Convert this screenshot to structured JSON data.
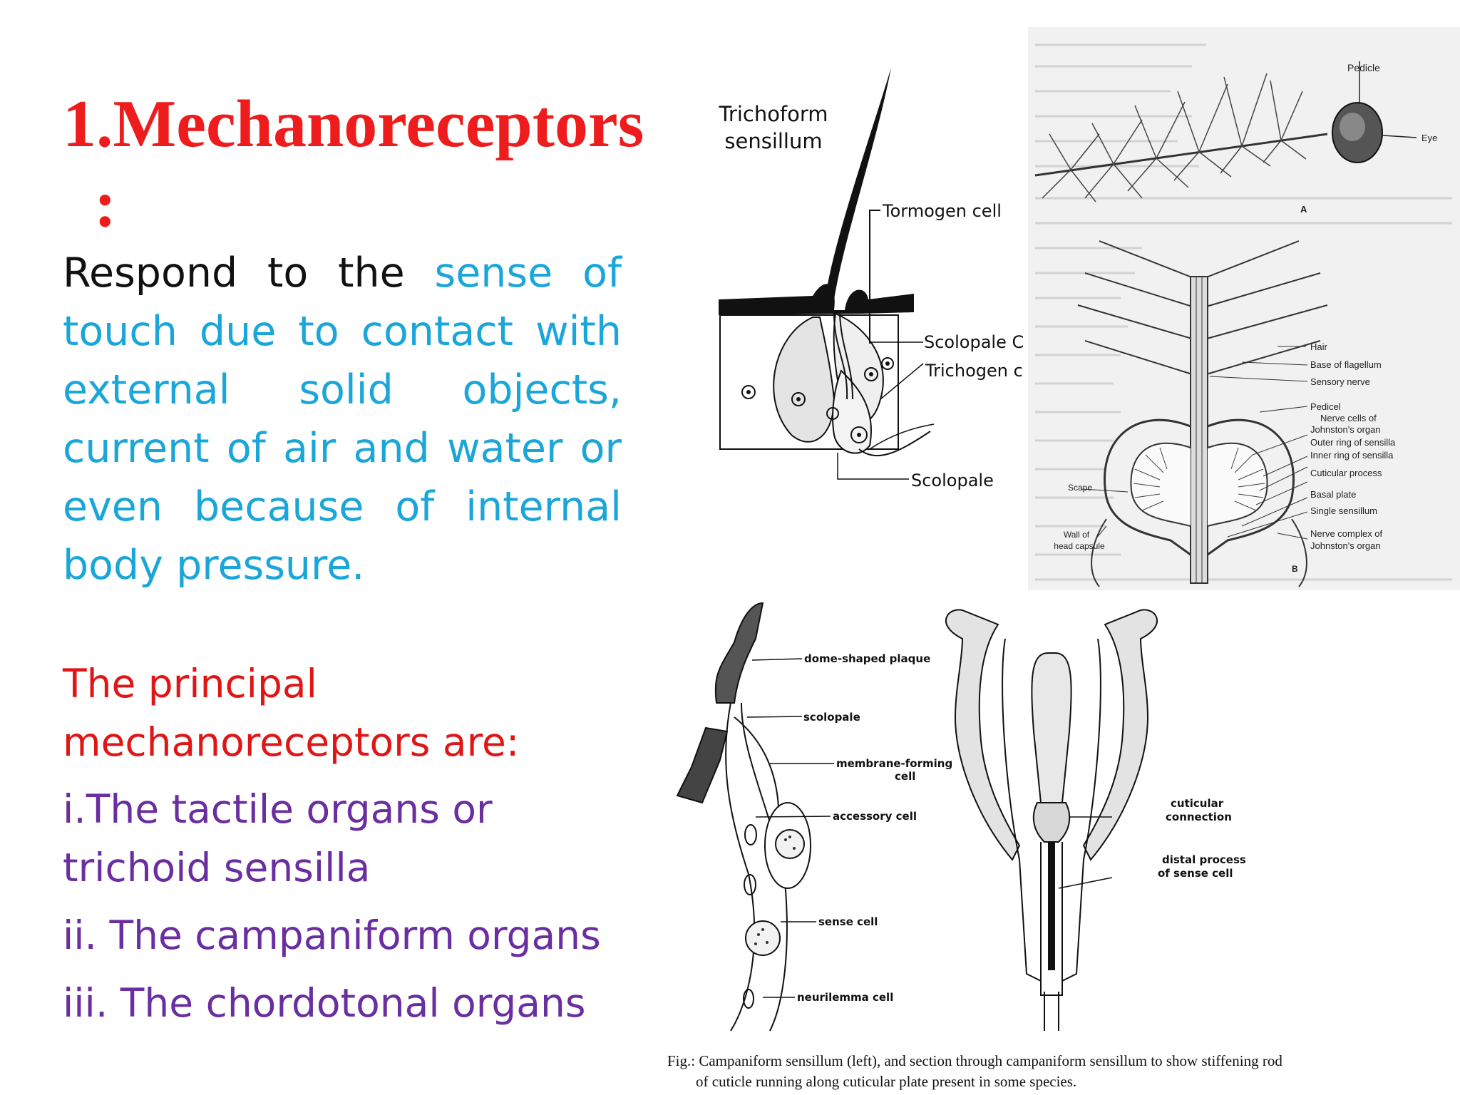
{
  "slide": {
    "title_main": "1.Mechanoreceptors",
    "title_colon": ":",
    "intro_plain": "Respond to the ",
    "intro_highlight": "sense of touch due to contact with external solid objects, current of air and water or even because of internal body pressure.",
    "principal": "The principal mechanoreceptors are:",
    "list": [
      "i.The tactile organs or trichoid sensilla",
      "ii. The campaniform organs",
      "iii. The chordotonal organs"
    ]
  },
  "figure_trichoform": {
    "labels": {
      "title_line1": "Trichoform",
      "title_line2": "sensillum",
      "tormogen": "Tormogen cell",
      "scolopale_c": "Scolopale C",
      "trichogen": "Trichogen c",
      "scolopale": "Scolopale"
    }
  },
  "figure_antenna": {
    "labels": {
      "pedicle": "Pedicle",
      "eye": "Eye",
      "a": "A",
      "b": "B",
      "hair": "Hair",
      "base_flagellum": "Base of flagellum",
      "sensory_nerve": "Sensory nerve",
      "pedicel": "Pedicel",
      "nerve_cells_1": "Nerve cells of",
      "nerve_cells_2": "Johnston's organ",
      "outer_ring": "Outer ring of sensilla",
      "inner_ring": "Inner ring of sensilla",
      "cuticular_process": "Cuticular process",
      "basal_plate": "Basal plate",
      "single_sensillum": "Single sensillum",
      "nerve_complex_1": "Nerve complex of",
      "nerve_complex_2": "Johnston's organ",
      "scape": "Scape",
      "wall_1": "Wall of",
      "wall_2": "head capsule"
    }
  },
  "figure_campaniform": {
    "labels": {
      "dome": "dome-shaped plaque",
      "scolopale": "scolopale",
      "membrane_1": "membrane-forming",
      "membrane_2": "cell",
      "accessory": "accessory cell",
      "sense": "sense cell",
      "neurilemma": "neurilemma cell",
      "cuticular_1": "cuticular",
      "cuticular_2": "connection",
      "distal_1": "distal process",
      "distal_2": "of sense cell"
    },
    "caption_line1": "Fig.: Campaniform sensillum (left), and section through campaniform sensillum to show stiffening rod",
    "caption_line2": "of cuticle running along cuticular plate present in some species."
  }
}
